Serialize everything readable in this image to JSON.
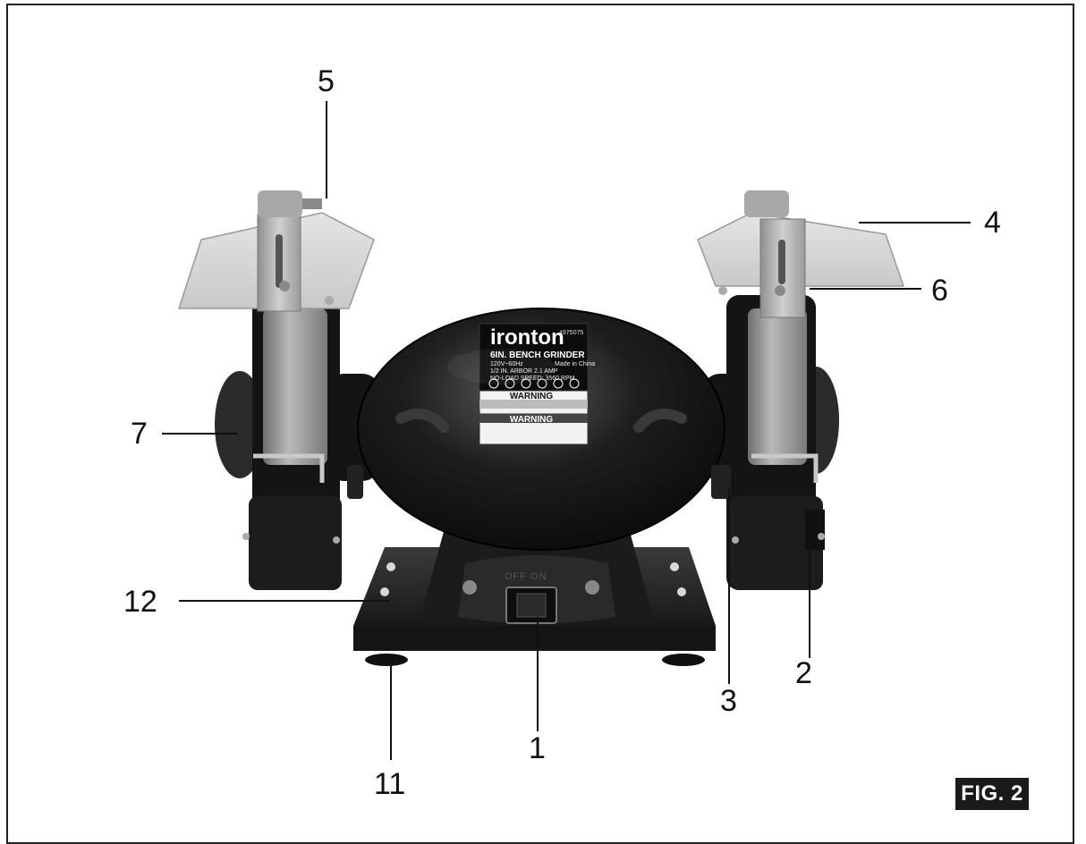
{
  "figure": {
    "tag": "FIG. 2",
    "callouts": [
      "5",
      "4",
      "6",
      "7",
      "12",
      "2",
      "3",
      "1",
      "11"
    ]
  },
  "label_plate": {
    "brand": "ironton",
    "model_number": "4975075",
    "product_line": "6IN. BENCH GRINDER",
    "specs": [
      "120V~60Hz",
      "1/2 IN. ARBOR 2.1 AMP",
      "NO-LOAD SPEED: 3560 RPM"
    ],
    "origin": "Made in China",
    "warning_1": "WARNING",
    "warning_2": "WARNING"
  },
  "switch": {
    "label": "OFF ON"
  }
}
